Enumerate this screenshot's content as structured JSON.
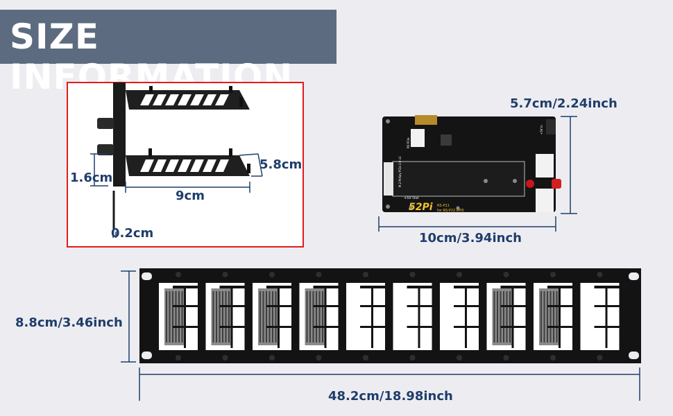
{
  "header": {
    "title": "SIZE INFORMATION"
  },
  "bracket": {
    "height_label": "1.6cm",
    "depth_label": "5.8cm",
    "width_label": "9cm",
    "thickness_label": "0.2cm"
  },
  "board": {
    "height_label": "5.7cm/2.24inch",
    "width_label": "10cm/3.94inch",
    "brand": "52Pi",
    "model": "RS-P11",
    "subtitle": "for RS-P22 RPi5",
    "silk_poe": "PD PCIe",
    "silk_m2": "M.2 M-Key PCIe 2.0 x1",
    "silk_5v": "+5V Out",
    "silk_5vin": "+5V In"
  },
  "panel": {
    "height_label": "8.8cm/3.46inch",
    "width_label": "48.2cm/18.98inch"
  },
  "colors": {
    "header_bg": "#5c6b7f",
    "label": "#1f3d6a",
    "frame_red": "#e21b1b",
    "dim_line": "#1f3d6a"
  }
}
